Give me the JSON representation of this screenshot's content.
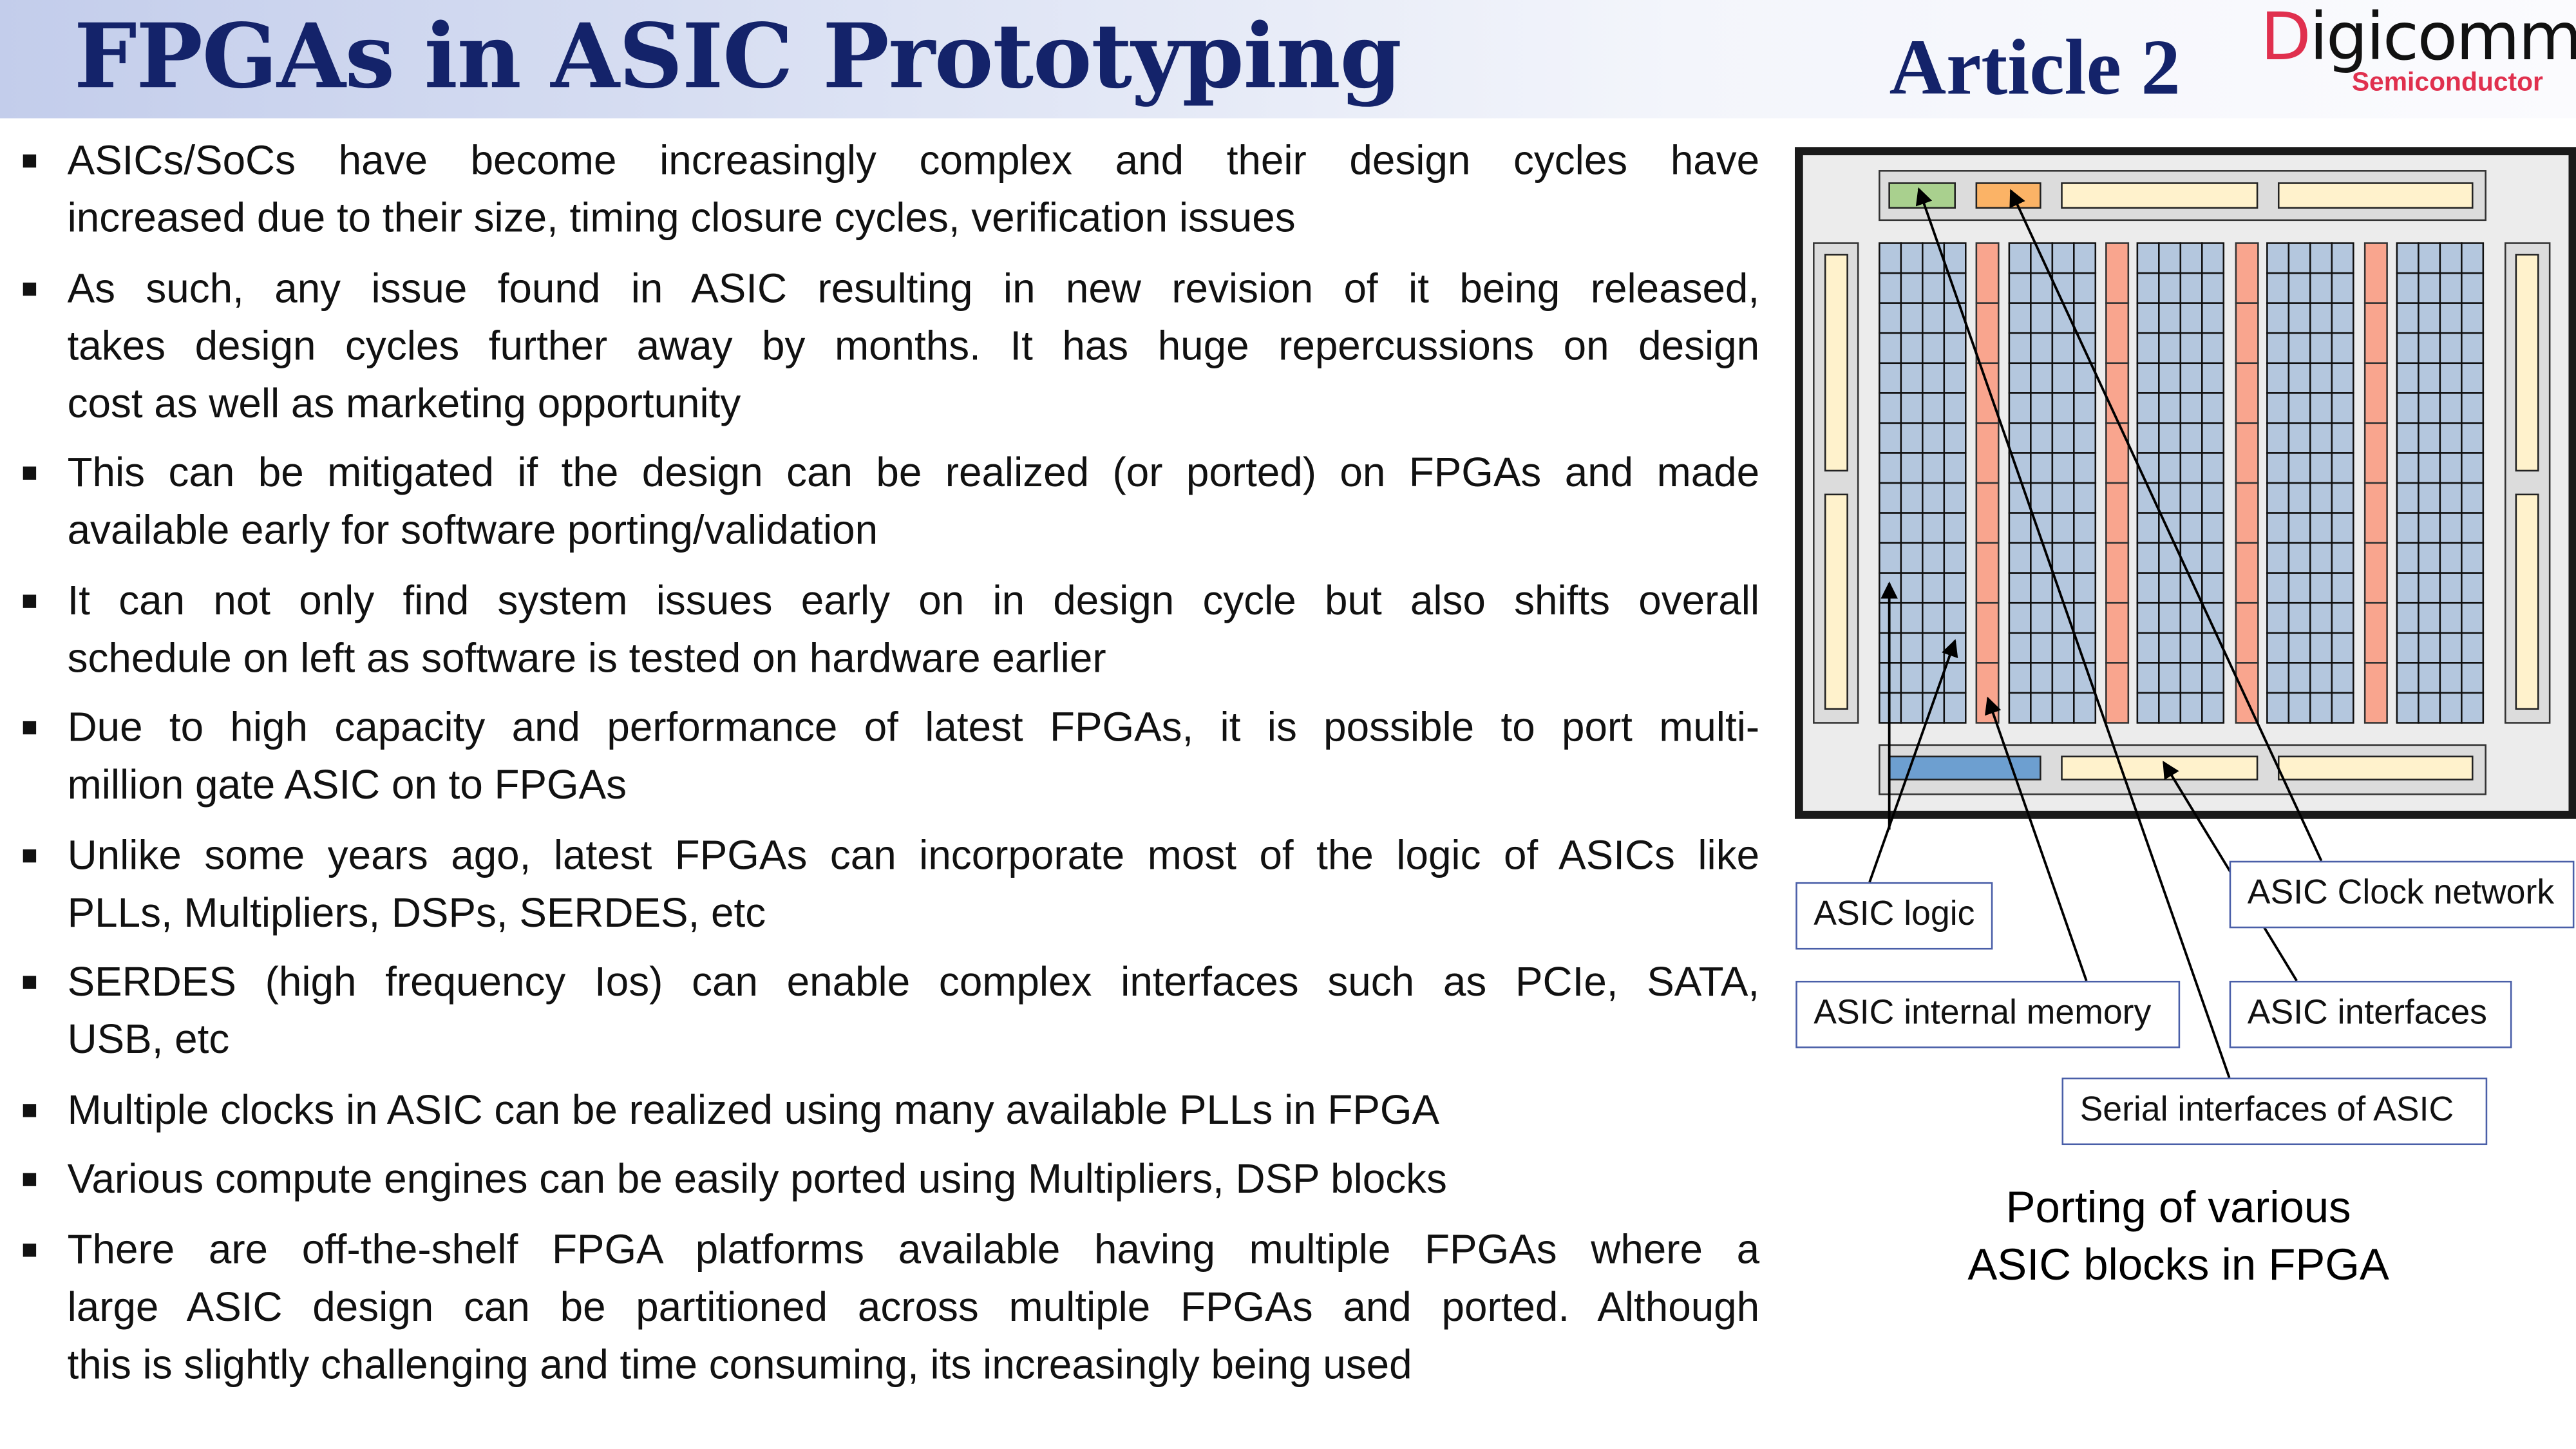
{
  "header": {
    "title": "FPGAs in ASIC Prototyping",
    "article": "Article 2",
    "logo": {
      "word_first": "D",
      "word_rest": "igicomm",
      "sub": "Semiconductor"
    }
  },
  "bullets": [
    {
      "lines": [
        "ASICs/SoCs have become increasingly complex and their design cycles have",
        "increased due to their size, timing closure cycles, verification issues"
      ]
    },
    {
      "lines": [
        "As such, any issue found in ASIC resulting in new revision of it being released,",
        "takes design cycles further away by months. It has huge repercussions on design",
        "cost as well as marketing opportunity"
      ]
    },
    {
      "lines": [
        "This can be mitigated if the design can be realized (or ported) on FPGAs and made",
        "available early for software porting/validation"
      ]
    },
    {
      "lines": [
        "It can not only find system issues early on in design cycle but also shifts overall",
        "schedule on left as software is tested on hardware earlier"
      ]
    },
    {
      "lines": [
        "Due to high capacity and performance of latest FPGAs, it is possible to port multi-",
        "million gate ASIC on to FPGAs"
      ]
    },
    {
      "lines": [
        "Unlike some years ago, latest FPGAs can incorporate most of the logic of ASICs like",
        "PLLs, Multipliers, DSPs, SERDES, etc"
      ]
    },
    {
      "lines": [
        "SERDES (high frequency Ios) can enable complex interfaces such as PCIe, SATA,",
        "USB, etc"
      ]
    },
    {
      "lines": [
        "Multiple clocks in ASIC can be realized using many available PLLs in FPGA"
      ]
    },
    {
      "lines": [
        "Various compute engines can be easily ported using Multipliers, DSP blocks"
      ]
    },
    {
      "lines": [
        "There are off-the-shelf FPGA platforms available having multiple FPGAs where a",
        "large ASIC design can be partitioned across multiple FPGAs and ported. Although",
        "this is slightly challenging and time consuming, its increasingly being used"
      ]
    }
  ],
  "diagram": {
    "labels": {
      "asic_logic": "ASIC logic",
      "asic_internal_memory": "ASIC internal memory",
      "serial_interfaces": "Serial interfaces of ASIC",
      "asic_interfaces": "ASIC interfaces",
      "asic_clock_network": "ASIC Clock network"
    },
    "caption_line1": "Porting of various",
    "caption_line2": "ASIC blocks in FPGA",
    "colors": {
      "logic": "#b4c7de",
      "memory": "#f9a58e",
      "io": "#fff2cc",
      "pll": "#a9d08e",
      "clock": "#fbb366",
      "serdes": "#6d9fd0",
      "frame": "#ececec"
    }
  }
}
